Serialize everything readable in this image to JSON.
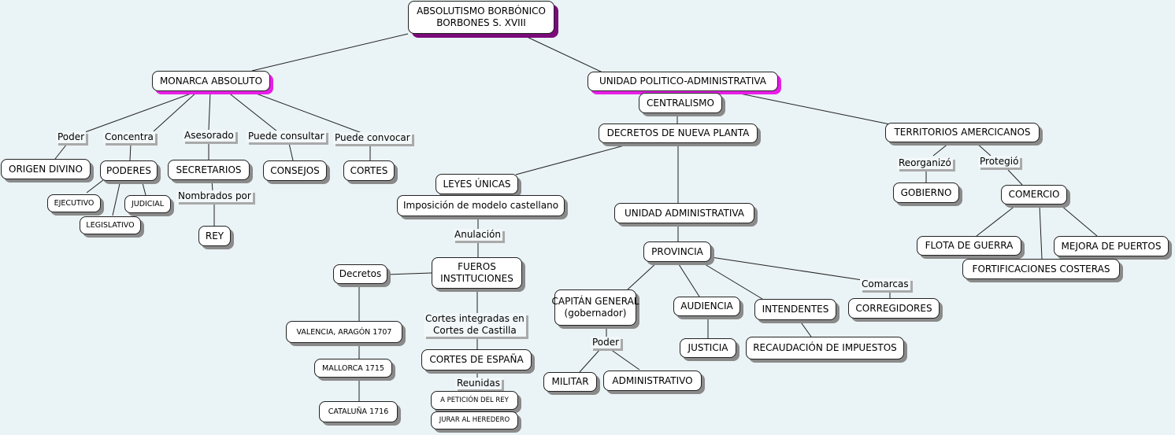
{
  "root": {
    "line1": "ABSOLUTISMO BORBÓNICO",
    "line2": "BORBONES S. XVIII"
  },
  "monarca": {
    "title": "MONARCA ABSOLUTO",
    "links": {
      "poder": "Poder",
      "concentra": "Concentra",
      "asesorado": "Asesorado",
      "consultar": "Puede consultar",
      "convocar": "Puede convocar",
      "nombrados": "Nombrados por"
    },
    "origen": "ORIGEN DIVINO",
    "poderes": "PODERES",
    "ejecutivo": "EJECUTIVO",
    "judicial": "JUDICIAL",
    "legislativo": "LEGISLATIVO",
    "secretarios": "SECRETARIOS",
    "rey": "REY",
    "consejos": "CONSEJOS",
    "cortes": "CORTES"
  },
  "unidad": {
    "title": "UNIDAD POLITICO-ADMINISTRATIVA",
    "centralismo": "CENTRALISMO",
    "decretos_nueva_planta": "DECRETOS DE NUEVA PLANTA",
    "leyes": "LEYES ÚNICAS",
    "imposicion": "Imposición de modelo castellano",
    "anulacion": "Anulación",
    "fueros_1": "FUEROS",
    "fueros_2": "INSTITUCIONES",
    "decretos": "Decretos",
    "valencia": "VALENCIA, ARAGÓN 1707",
    "mallorca": "MALLORCA 1715",
    "cataluna": "CATALUÑA 1716",
    "cortes_integradas_1": "Cortes integradas en",
    "cortes_integradas_2": "Cortes de Castilla",
    "cortes_espana": "CORTES DE ESPAÑA",
    "reunidas": "Reunidas",
    "peticion": "A PETICIÓN DEL REY",
    "jurar": "JURAR AL HEREDERO",
    "unidad_admin": "UNIDAD ADMINISTRATIVA",
    "provincia": "PROVINCIA",
    "capitan_1": "CAPITÁN GENERAL",
    "capitan_2": "(gobernador)",
    "poder": "Poder",
    "militar": "MILITAR",
    "administrativo": "ADMINISTRATIVO",
    "audiencia": "AUDIENCIA",
    "justicia": "JUSTICIA",
    "intendentes": "INTENDENTES",
    "recaudacion": "RECAUDACIÓN DE IMPUESTOS",
    "comarcas": "Comarcas",
    "corregidores": "CORREGIDORES"
  },
  "territorios": {
    "title": "TERRITORIOS AMERCICANOS",
    "reorganizo": "Reorganizó",
    "protegio": "Protegió",
    "gobierno": "GOBIERNO",
    "comercio": "COMERCIO",
    "flota": "FLOTA DE GUERRA",
    "fortificaciones": "FORTIFICACIONES COSTERAS",
    "mejora": "MEJORA DE PUERTOS"
  }
}
